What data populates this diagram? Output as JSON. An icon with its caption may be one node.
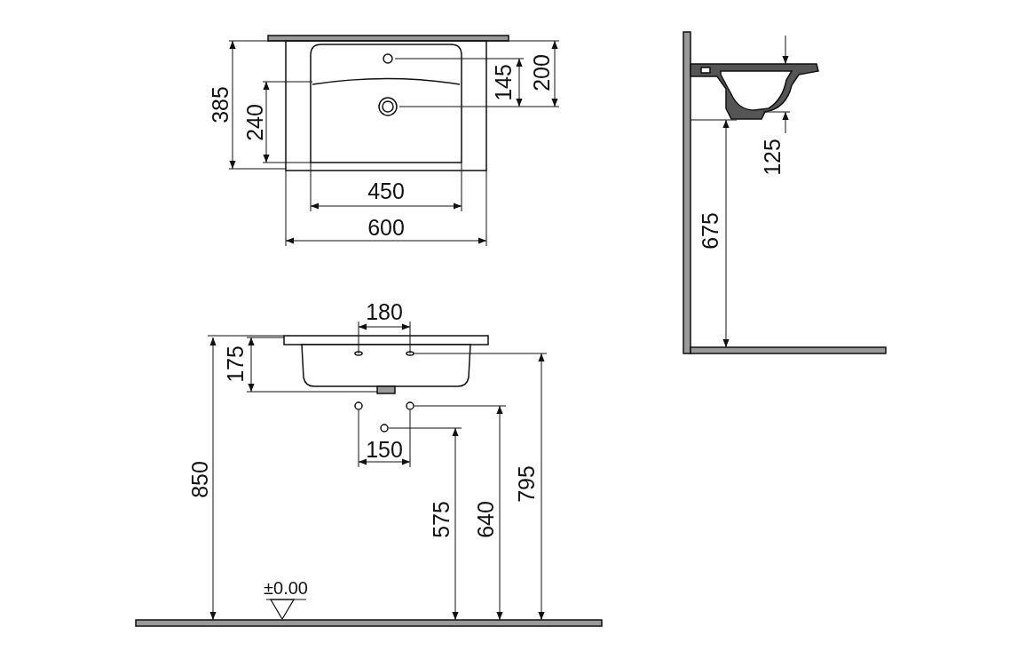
{
  "diagram": {
    "labels": [
      "385",
      "240",
      "145",
      "200",
      "450",
      "600",
      "125",
      "675",
      "180",
      "175",
      "150",
      "850",
      "575",
      "640",
      "795",
      "±0.00"
    ]
  }
}
